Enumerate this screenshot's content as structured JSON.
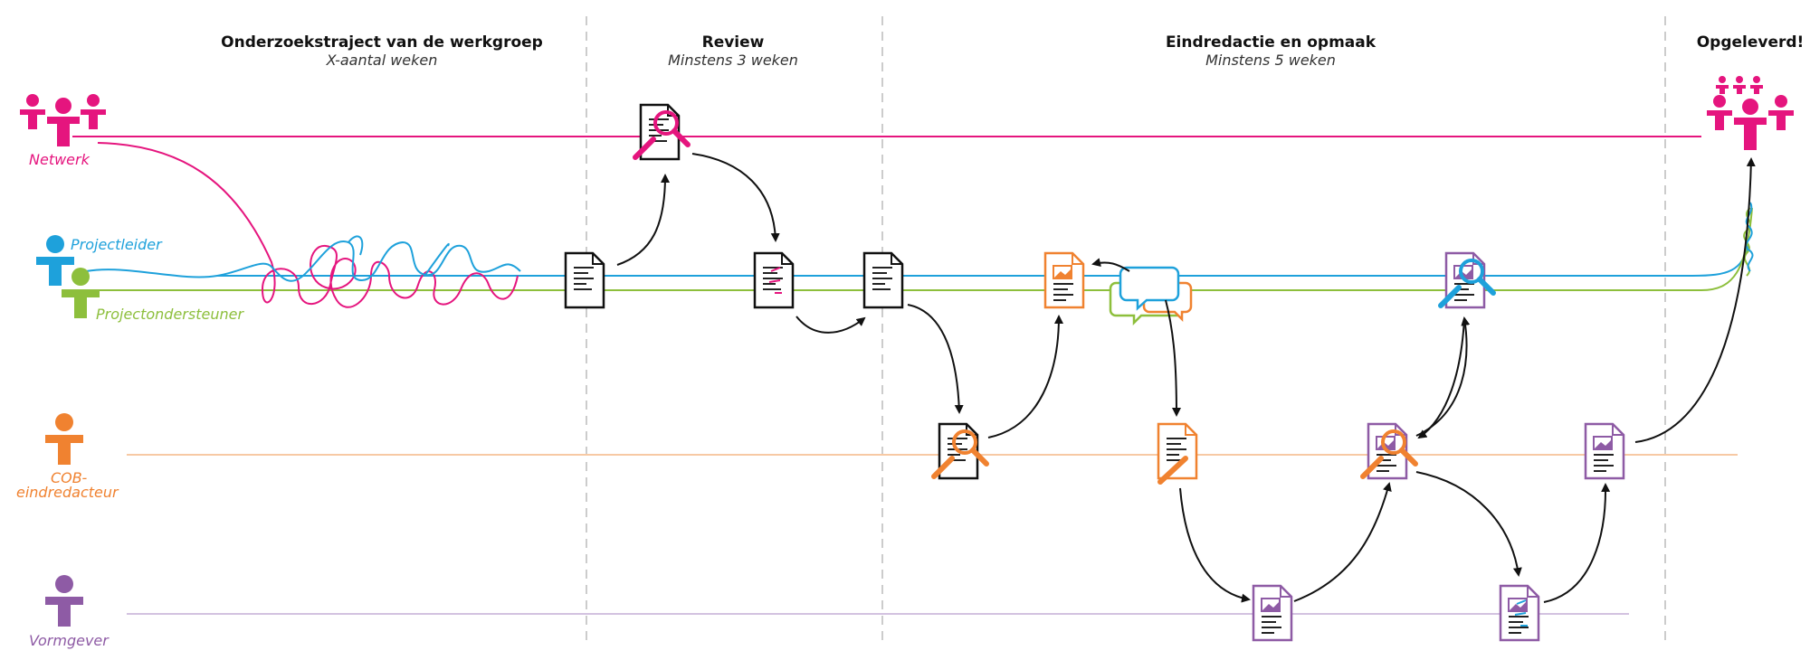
{
  "phases": [
    {
      "title": "Onderzoekstraject van de werkgroep",
      "subtitle": "X-aantal weken"
    },
    {
      "title": "Review",
      "subtitle": "Minstens 3 weken"
    },
    {
      "title": "Eindredactie en opmaak",
      "subtitle": "Minstens 5 weken"
    },
    {
      "title": "Opgeleverd!",
      "subtitle": ""
    }
  ],
  "roles": {
    "netwerk": {
      "label": "Netwerk",
      "color": "#e5157e"
    },
    "projectleider": {
      "label": "Projectleider",
      "color": "#1ea1db"
    },
    "projectondersteuner": {
      "label": "Projectondersteuner",
      "color": "#8dbf3c"
    },
    "cob_line1": {
      "label": "COB-",
      "color": "#f08230"
    },
    "cob_line2": {
      "label": "eindredacteur",
      "color": "#f08230"
    },
    "vormgever": {
      "label": "Vormgever",
      "color": "#8e5ba5"
    }
  },
  "colors": {
    "divider": "#cccccc",
    "arrow": "#111111",
    "document_default": "#111111"
  },
  "icons": [
    "person-icon",
    "group-icon",
    "document-icon",
    "magnifier-icon",
    "pencil-icon",
    "speech-bubble-icon",
    "image-icon"
  ]
}
